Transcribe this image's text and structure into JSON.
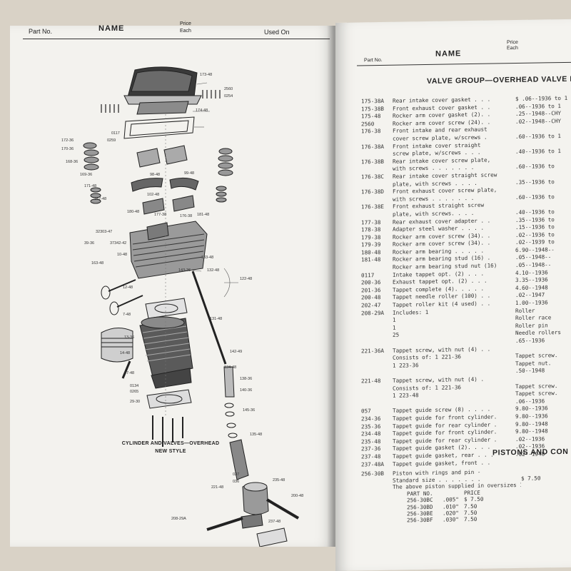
{
  "left_page": {
    "header": {
      "part_no": "Part No.",
      "name": "NAME",
      "price": "Price",
      "each": "Each",
      "used_on": "Used On"
    },
    "caption_line1": "CYLINDER AND VALVES—OVERHEAD",
    "caption_line2": "NEW STYLE",
    "diagram_labels": [
      "173-48",
      "2560",
      "0254",
      "174-48",
      "0117",
      "0259",
      "172-36",
      "170-36",
      "168-36",
      "169-36",
      "171-48",
      "167-48",
      "180-48",
      "177-38",
      "176-38",
      "99-48",
      "98-48",
      "102-48",
      "181-48",
      "32303-47",
      "39-36",
      "37342-42",
      "10-48",
      "163-48",
      "133-48",
      "132-48",
      "122-48",
      "143-36",
      "12-48",
      "7-48",
      "13-36",
      "14-48",
      "131-48",
      "142-49",
      "134-48",
      "138-36",
      "140-36",
      "145-36",
      "47-48",
      "0134",
      "0265",
      "29-30",
      "135-48",
      "037",
      "036",
      "221-48",
      "235-48",
      "200-48",
      "208-29A",
      "237-48"
    ]
  },
  "right_page": {
    "header": {
      "part_no": "Part No.",
      "name": "NAME",
      "price": "Price",
      "each": "Each"
    },
    "section_title": "VALVE GROUP—OVERHEAD VALVE MOD",
    "rows": [
      {
        "pn": "175-38A",
        "name": "Rear intake cover gasket . . .",
        "price": "$ .06--1936 to 1"
      },
      {
        "pn": "175-38B",
        "name": "Front exhaust cover gasket . .",
        "price": ".06--1936 to 1"
      },
      {
        "pn": "175-48",
        "name": "Rocker arm cover gasket (2). .",
        "price": ".25--1948--CHY"
      },
      {
        "pn": "2560",
        "name": "Rocker arm cover screw (24). .",
        "price": ".02--1948--CHY"
      },
      {
        "pn": "176-38",
        "name": "Front intake and rear exhaust",
        "price": ""
      },
      {
        "pn": "",
        "name": "cover screw plate, w/screws .",
        "price": ".60--1936 to 1"
      },
      {
        "pn": "176-38A",
        "name": "Front intake cover straight",
        "price": ""
      },
      {
        "pn": "",
        "name": "screw plate, w/screws . . .",
        "price": ".40--1936 to 1"
      },
      {
        "pn": "176-38B",
        "name": "Rear intake cover screw plate,",
        "price": ""
      },
      {
        "pn": "",
        "name": "with screws . . . . . . .",
        "price": ".60--1936 to"
      },
      {
        "pn": "176-38C",
        "name": "Rear intake cover straight screw",
        "price": ""
      },
      {
        "pn": "",
        "name": "plate, with screws . . . .",
        "price": ".35--1936 to"
      },
      {
        "pn": "176-38D",
        "name": "Front exhaust cover screw plate,",
        "price": ""
      },
      {
        "pn": "",
        "name": "with screws . . . . . . .",
        "price": ".60--1936 to"
      },
      {
        "pn": "176-38E",
        "name": "Front exhaust straight screw",
        "price": ""
      },
      {
        "pn": "",
        "name": "plate, with screws. . . .",
        "price": ".40--1936 to"
      },
      {
        "pn": "177-38",
        "name": "Rear exhaust cover adapter . .",
        "price": ".35--1936 to"
      },
      {
        "pn": "178-38",
        "name": "Adapter steel washer . . . .",
        "price": ".15--1936 to"
      },
      {
        "pn": "179-38",
        "name": "Rocker arm cover screw (34). .",
        "price": ".02--1936 to"
      },
      {
        "pn": "179-39",
        "name": "Rocker arm cover screw (34). .",
        "price": ".02--1939 to"
      },
      {
        "pn": "180-48",
        "name": "Rocker arm bearing . . . . .",
        "price": "6.90--1948--"
      },
      {
        "pn": "181-48",
        "name": "Rocker arm bearing stud (16) .",
        "price": ".05--1948--"
      },
      {
        "pn": "",
        "name": "Rocker arm bearing stud nut (16)",
        "price": ".05--1948--"
      },
      {
        "pn": "0117",
        "name": "Intake tappet opt. (2) . . .",
        "price": "4.10--1936"
      },
      {
        "pn": "200-36",
        "name": "Exhaust tappet opt. (2) . . .",
        "price": "3.35--1936"
      },
      {
        "pn": "201-36",
        "name": "Tappet complete (4). . . . .",
        "price": "4.60--1948"
      },
      {
        "pn": "200-48",
        "name": "Tappet needle roller (100) . .",
        "price": ".02--1947"
      },
      {
        "pn": "202-47",
        "name": "Tappet roller kit (4 used) . .",
        "price": "1.00--1936"
      },
      {
        "pn": "208-29A",
        "name": "          Includes:     1",
        "price": "Roller"
      },
      {
        "pn": "",
        "name": "                        1",
        "price": "Roller race"
      },
      {
        "pn": "",
        "name": "                        1",
        "price": "Roller pin"
      },
      {
        "pn": "",
        "name": "                       25",
        "price": "Needle rollers"
      },
      {
        "pn": "",
        "name": "",
        "price": ".65--1936"
      },
      {
        "pn": "221-36A",
        "name": "Tappet screw, with nut (4) . .",
        "price": ""
      },
      {
        "pn": "",
        "name": "  Consists of:  1  221-36",
        "price": "Tappet screw."
      },
      {
        "pn": "",
        "name": "                1  223-36",
        "price": "Tappet nut."
      },
      {
        "pn": "",
        "name": "",
        "price": ".50--1948"
      },
      {
        "pn": "221-48",
        "name": "Tappet screw, with nut (4) .",
        "price": ""
      },
      {
        "pn": "",
        "name": "  Consists of:  1  221-36",
        "price": "Tappet screw."
      },
      {
        "pn": "",
        "name": "                1  223-48",
        "price": "Tappet screw."
      },
      {
        "pn": "",
        "name": "",
        "price": ".06--1936"
      },
      {
        "pn": "057",
        "name": "Tappet guide screw (8) . . . .",
        "price": "9.80--1936"
      },
      {
        "pn": "234-36",
        "name": "Tappet guide for front cylinder.",
        "price": "9.80--1936"
      },
      {
        "pn": "235-36",
        "name": "Tappet guide for rear cylinder .",
        "price": "9.80--1948"
      },
      {
        "pn": "234-48",
        "name": "Tappet guide for front cylinder.",
        "price": "9.80--1948"
      },
      {
        "pn": "235-48",
        "name": "Tappet guide for rear cylinder .",
        "price": ".02--1936"
      },
      {
        "pn": "237-36",
        "name": "Tappet guide gasket (2). . . .",
        "price": ".02--1936"
      },
      {
        "pn": "237-48",
        "name": "Tappet guide gasket, rear . . .",
        "price": ".02--1948"
      },
      {
        "pn": "237-48A",
        "name": "Tappet guide gasket, front . .",
        "price": ""
      }
    ],
    "pistons_title": "PISTONS AND CON",
    "pistons_rows": [
      {
        "pn": "256-30B",
        "name": "Piston with rings and pin -",
        "price": ""
      },
      {
        "pn": "",
        "name": "  Standard size . . . . . . .",
        "price": "$ 7.50"
      },
      {
        "pn": "",
        "name": "The above piston supplied in oversizes 1",
        "price": ""
      }
    ],
    "oversize_header": {
      "part": "PART NO.",
      "price": "PRICE"
    },
    "oversize_rows": [
      {
        "part": "256-30BC",
        "size": ".005\"",
        "price": "$ 7.50"
      },
      {
        "part": "256-30BD",
        "size": ".010\"",
        "price": "7.50"
      },
      {
        "part": "256-30BE",
        "size": ".020\"",
        "price": "7.50"
      },
      {
        "part": "256-30BF",
        "size": ".030\"",
        "price": "7.50"
      }
    ]
  }
}
